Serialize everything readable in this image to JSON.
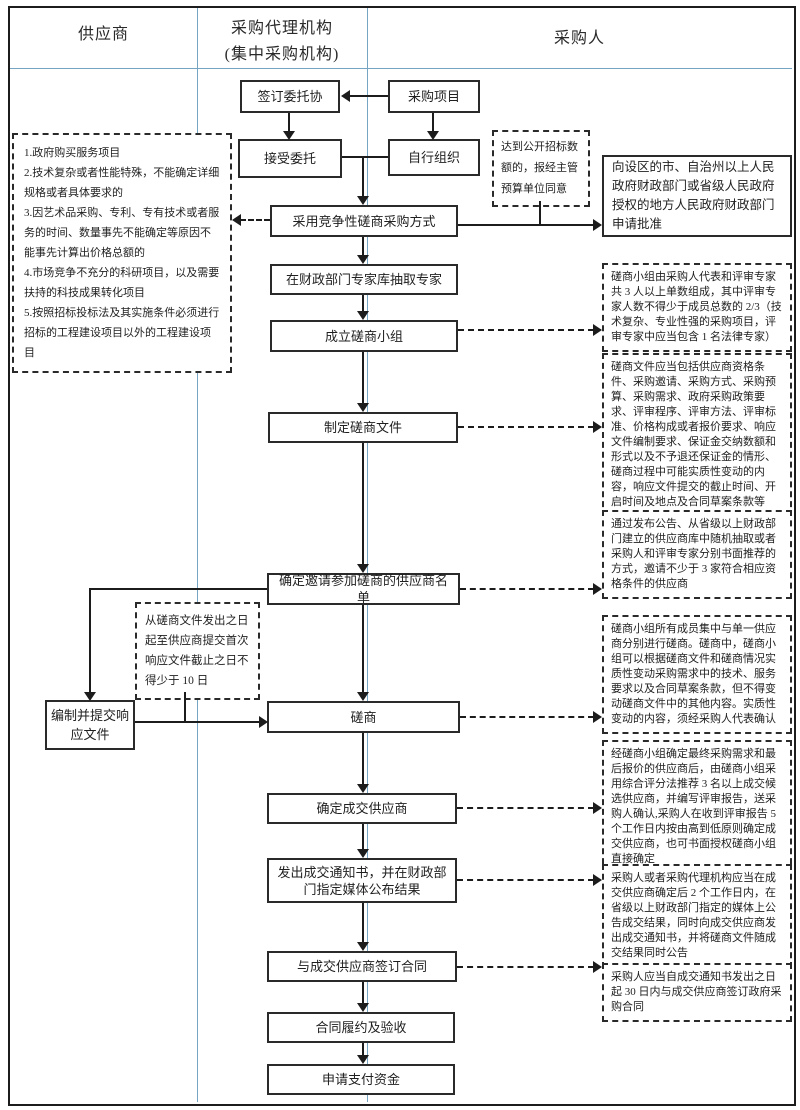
{
  "header": {
    "supplier": "供应商",
    "agency_line1": "采购代理机构",
    "agency_line2": "(集中采购机构)",
    "purchaser": "采购人"
  },
  "flow": {
    "sign_agreement": "签订委托协",
    "procurement_project": "采购项目",
    "accept_entrust": "接受委托",
    "self_organize": "自行组织",
    "adopt_method": "采用竞争性磋商采购方式",
    "draw_experts": "在财政部门专家库抽取专家",
    "form_group": "成立磋商小组",
    "prepare_docs": "制定磋商文件",
    "determine_supplier_list": "确定邀请参加磋商的供应商名单",
    "negotiate": "磋商",
    "prepare_response": "编制并提交响应文件",
    "determine_winner": "确定成交供应商",
    "issue_notice": "发出成交通知书，并在财政部门指定媒体公布结果",
    "sign_contract": "与成交供应商签订合同",
    "perform_contract": "合同履约及验收",
    "apply_payment": "申请支付资金",
    "apply_approval": "向设区的市、自治州以上人民政府财政部门或省级人民政府授权的地方人民政府财政部门申请批准"
  },
  "notes": {
    "left_conditions": {
      "items": [
        "1.政府购买服务项目",
        "2.技术复杂或者性能特殊，不能确定详细规格或者具体要求的",
        "3.因艺术品采购、专利、专有技术或者服务的时间、数量事先不能确定等原因不能事先计算出价格总额的",
        "4.市场竞争不充分的科研项目，以及需要扶持的科技成果转化项目",
        "5.按照招标投标法及其实施条件必须进行招标的工程建设项目以外的工程建设项目"
      ]
    },
    "over_threshold": "达到公开招标数额的，报经主管预算单位同意",
    "group_composition": "磋商小组由采购人代表和评审专家共 3 人以上单数组成，其中评审专家人数不得少于成员总数的 2/3（技术复杂、专业性强的采购项目，评审专家中应当包含 1 名法律专家）",
    "doc_requirements": "磋商文件应当包括供应商资格条件、采购邀请、采购方式、采购预算、采购需求、政府采购政策要求、评审程序、评审方法、评审标准、价格构成或者报价要求、响应文件编制要求、保证金交纳数额和形式以及不予退还保证金的情形、磋商过程中可能实质性变动的内容，响应文件提交的截止时间、开启时间及地点及合同草案条款等",
    "invite_method": "通过发布公告、从省级以上财政部门建立的供应商库中随机抽取或者采购人和评审专家分别书面推荐的方式，邀请不少于 3 家符合相应资格条件的供应商",
    "negotiation_rules": "磋商小组所有成员集中与单一供应商分别进行磋商。磋商中，磋商小组可以根据磋商文件和磋商情况实质性变动采购需求中的技术、服务要求以及合同草案条款，但不得变动磋商文件中的其他内容。实质性变动的内容，须经采购人代表确认",
    "winner_determination": "经磋商小组确定最终采购需求和最后报价的供应商后，由磋商小组采用综合评分法推荐 3 名以上成交候选供应商，并编写评审报告，送采购人确认,采购人在收到评审报告 5 个工作日内按由高到低原则确定成交供应商，也可书面授权磋商小组直接确定",
    "result_announcement": "采购人或者采购代理机构应当在成交供应商确定后 2 个工作日内，在省级以上财政部门指定的媒体上公告成交结果，同时向成交供应商发出成交通知书，并将磋商文件随成交结果同时公告",
    "contract_deadline": "采购人应当自成交通知书发出之日起 30 日内与成交供应商签订政府采购合同",
    "response_deadline": "从磋商文件发出之日起至供应商提交首次响应文件截止之日不得少于 10 日"
  },
  "colors": {
    "divider_blue": "#76a5c4",
    "line_black": "#1c1c1c"
  }
}
